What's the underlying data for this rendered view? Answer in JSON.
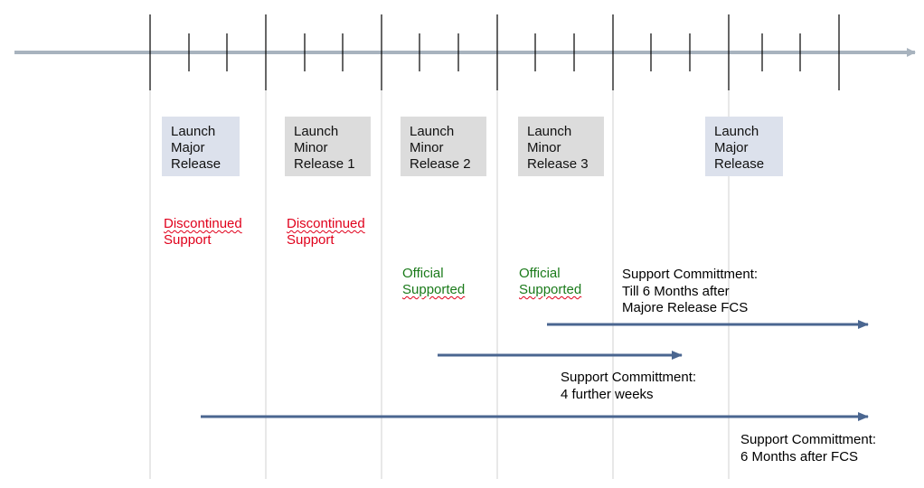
{
  "colors": {
    "timeline_axis": "#a8b3be",
    "tick": "#000000",
    "guide_line": "#d0d0d0",
    "arrow": "#4a6690",
    "major_box_bg": "#dce1ec",
    "minor_box_bg": "#dcdcdc",
    "discontinued_text": "#e0001b",
    "supported_text": "#1a7a1a"
  },
  "releases": [
    {
      "lines": [
        "Launch",
        "Major",
        "Release"
      ],
      "kind": "major"
    },
    {
      "lines": [
        "Launch",
        "Minor",
        "Release 1"
      ],
      "kind": "minor"
    },
    {
      "lines": [
        "Launch",
        "Minor",
        "Release 2"
      ],
      "kind": "minor"
    },
    {
      "lines": [
        "Launch",
        "Minor",
        "Release 3"
      ],
      "kind": "minor"
    },
    {
      "lines": [
        "Launch",
        "Major",
        "Release"
      ],
      "kind": "major"
    }
  ],
  "statuses": [
    {
      "lines": [
        "Discontinued",
        "Support"
      ],
      "state": "discontinued"
    },
    {
      "lines": [
        "Discontinued",
        "Support"
      ],
      "state": "discontinued"
    },
    {
      "lines": [
        "Official",
        "Supported"
      ],
      "state": "supported"
    },
    {
      "lines": [
        "Official",
        "Supported"
      ],
      "state": "supported"
    }
  ],
  "commitments": [
    {
      "lines": [
        "Support Committment:",
        "Till 6 Months after",
        "Majore Release FCS"
      ]
    },
    {
      "lines": [
        "Support Committment:",
        "4 further weeks"
      ]
    },
    {
      "lines": [
        "Support Committment:",
        "6 Months after FCS"
      ]
    }
  ]
}
